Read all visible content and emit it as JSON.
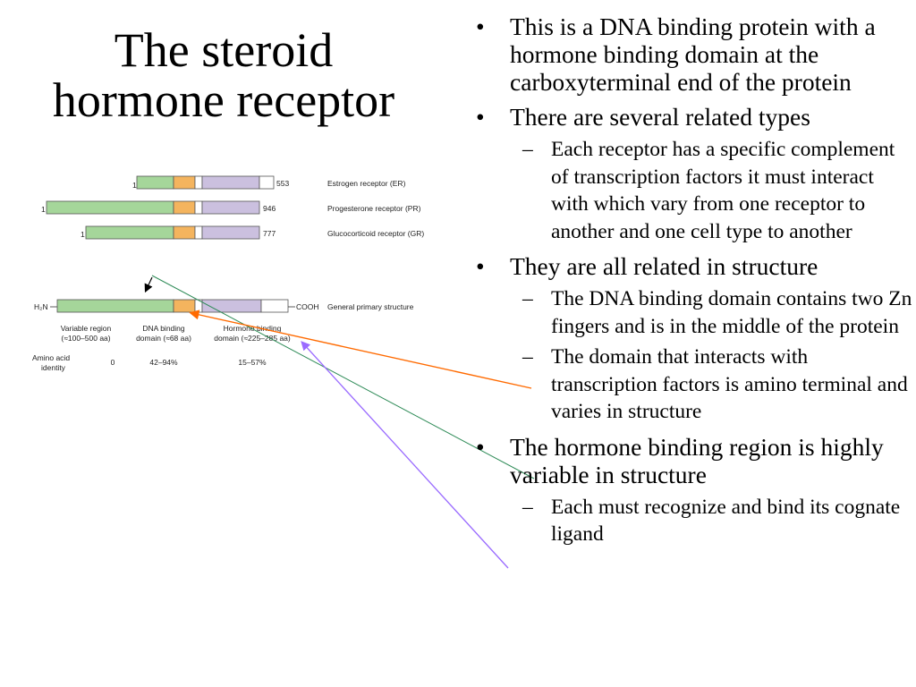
{
  "title": {
    "line1": "The steroid",
    "line2": "hormone receptor"
  },
  "colors": {
    "variable": "#a5d69a",
    "dna": "#f4b45e",
    "hormone": "#cbc0df",
    "blank": "#ffffff",
    "orange_arrow": "#ff6a00",
    "green_arrow": "#2e8b57",
    "purple_arrow": "#9a6bff"
  },
  "figure": {
    "receptors": [
      {
        "start": "1",
        "end": "553",
        "name": "Estrogen receptor (ER)"
      },
      {
        "start": "1",
        "end": "946",
        "name": "Progesterone receptor (PR)"
      },
      {
        "start": "1",
        "end": "777",
        "name": "Glucocorticoid receptor (GR)"
      }
    ],
    "general": {
      "n_term": "H₂N",
      "c_term": "COOH",
      "name": "General primary structure",
      "variable_label1": "Variable region",
      "variable_label2": "(≈100–500 aa)",
      "dna_label1": "DNA binding",
      "dna_label2": "domain (≈68 aa)",
      "hormone_label1": "Hormone binding",
      "hormone_label2": "domain (≈225–285 aa)",
      "identity_label1": "Amino acid",
      "identity_label2": "identity",
      "identity_variable": "0",
      "identity_dna": "42–94%",
      "identity_hormone": "15–57%"
    }
  },
  "bullets": [
    {
      "text": "This is a DNA binding protein with a hormone binding domain at the carboxyterminal end of the protein",
      "subs": []
    },
    {
      "text": "There are several related types",
      "subs": [
        "Each receptor has a specific complement of transcription factors it must interact with which vary from one receptor to another and one cell type to another"
      ]
    },
    {
      "text": "They are all related in structure",
      "subs": [
        "The DNA binding domain contains two Zn fingers and is in the middle of the protein",
        "The domain that interacts with transcription factors is amino terminal and varies in structure"
      ]
    },
    {
      "text": "The hormone binding region is highly variable in structure",
      "subs": [
        "Each must recognize and bind its cognate ligand"
      ]
    }
  ]
}
